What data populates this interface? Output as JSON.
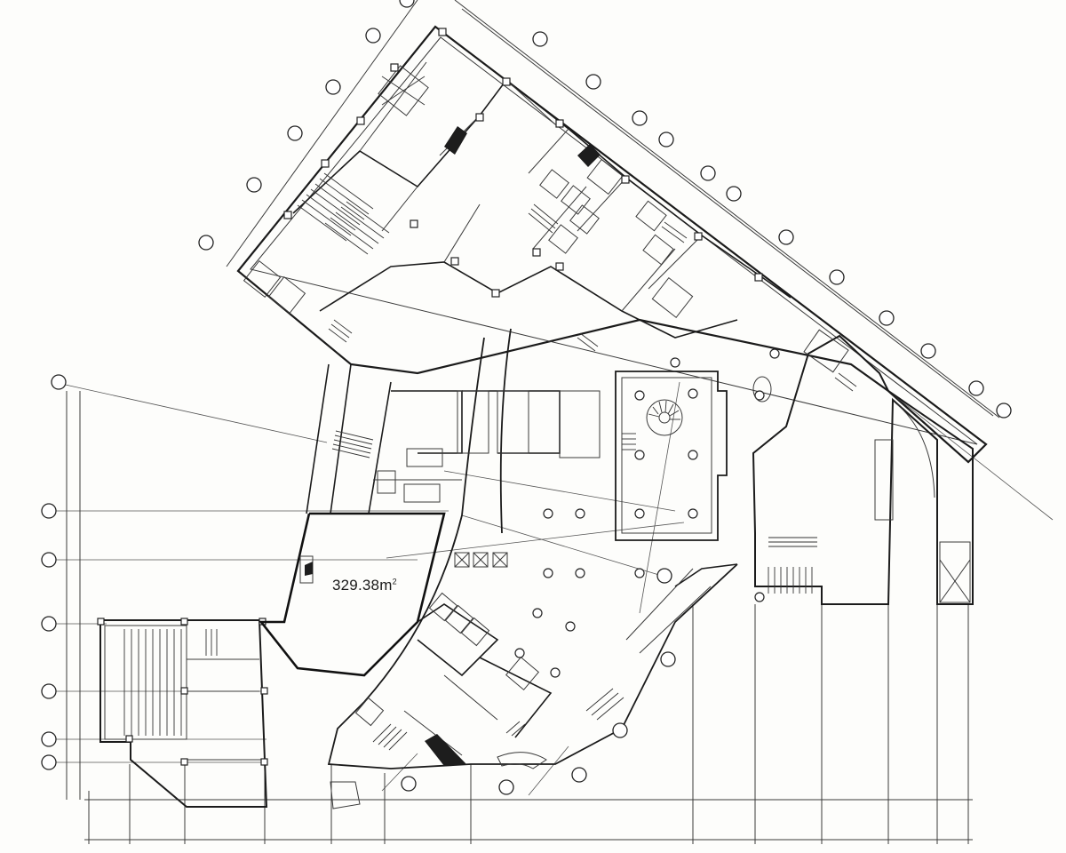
{
  "floor_plan": {
    "area": {
      "value": "329.38",
      "unit": "m",
      "unit_sup": "2"
    }
  }
}
